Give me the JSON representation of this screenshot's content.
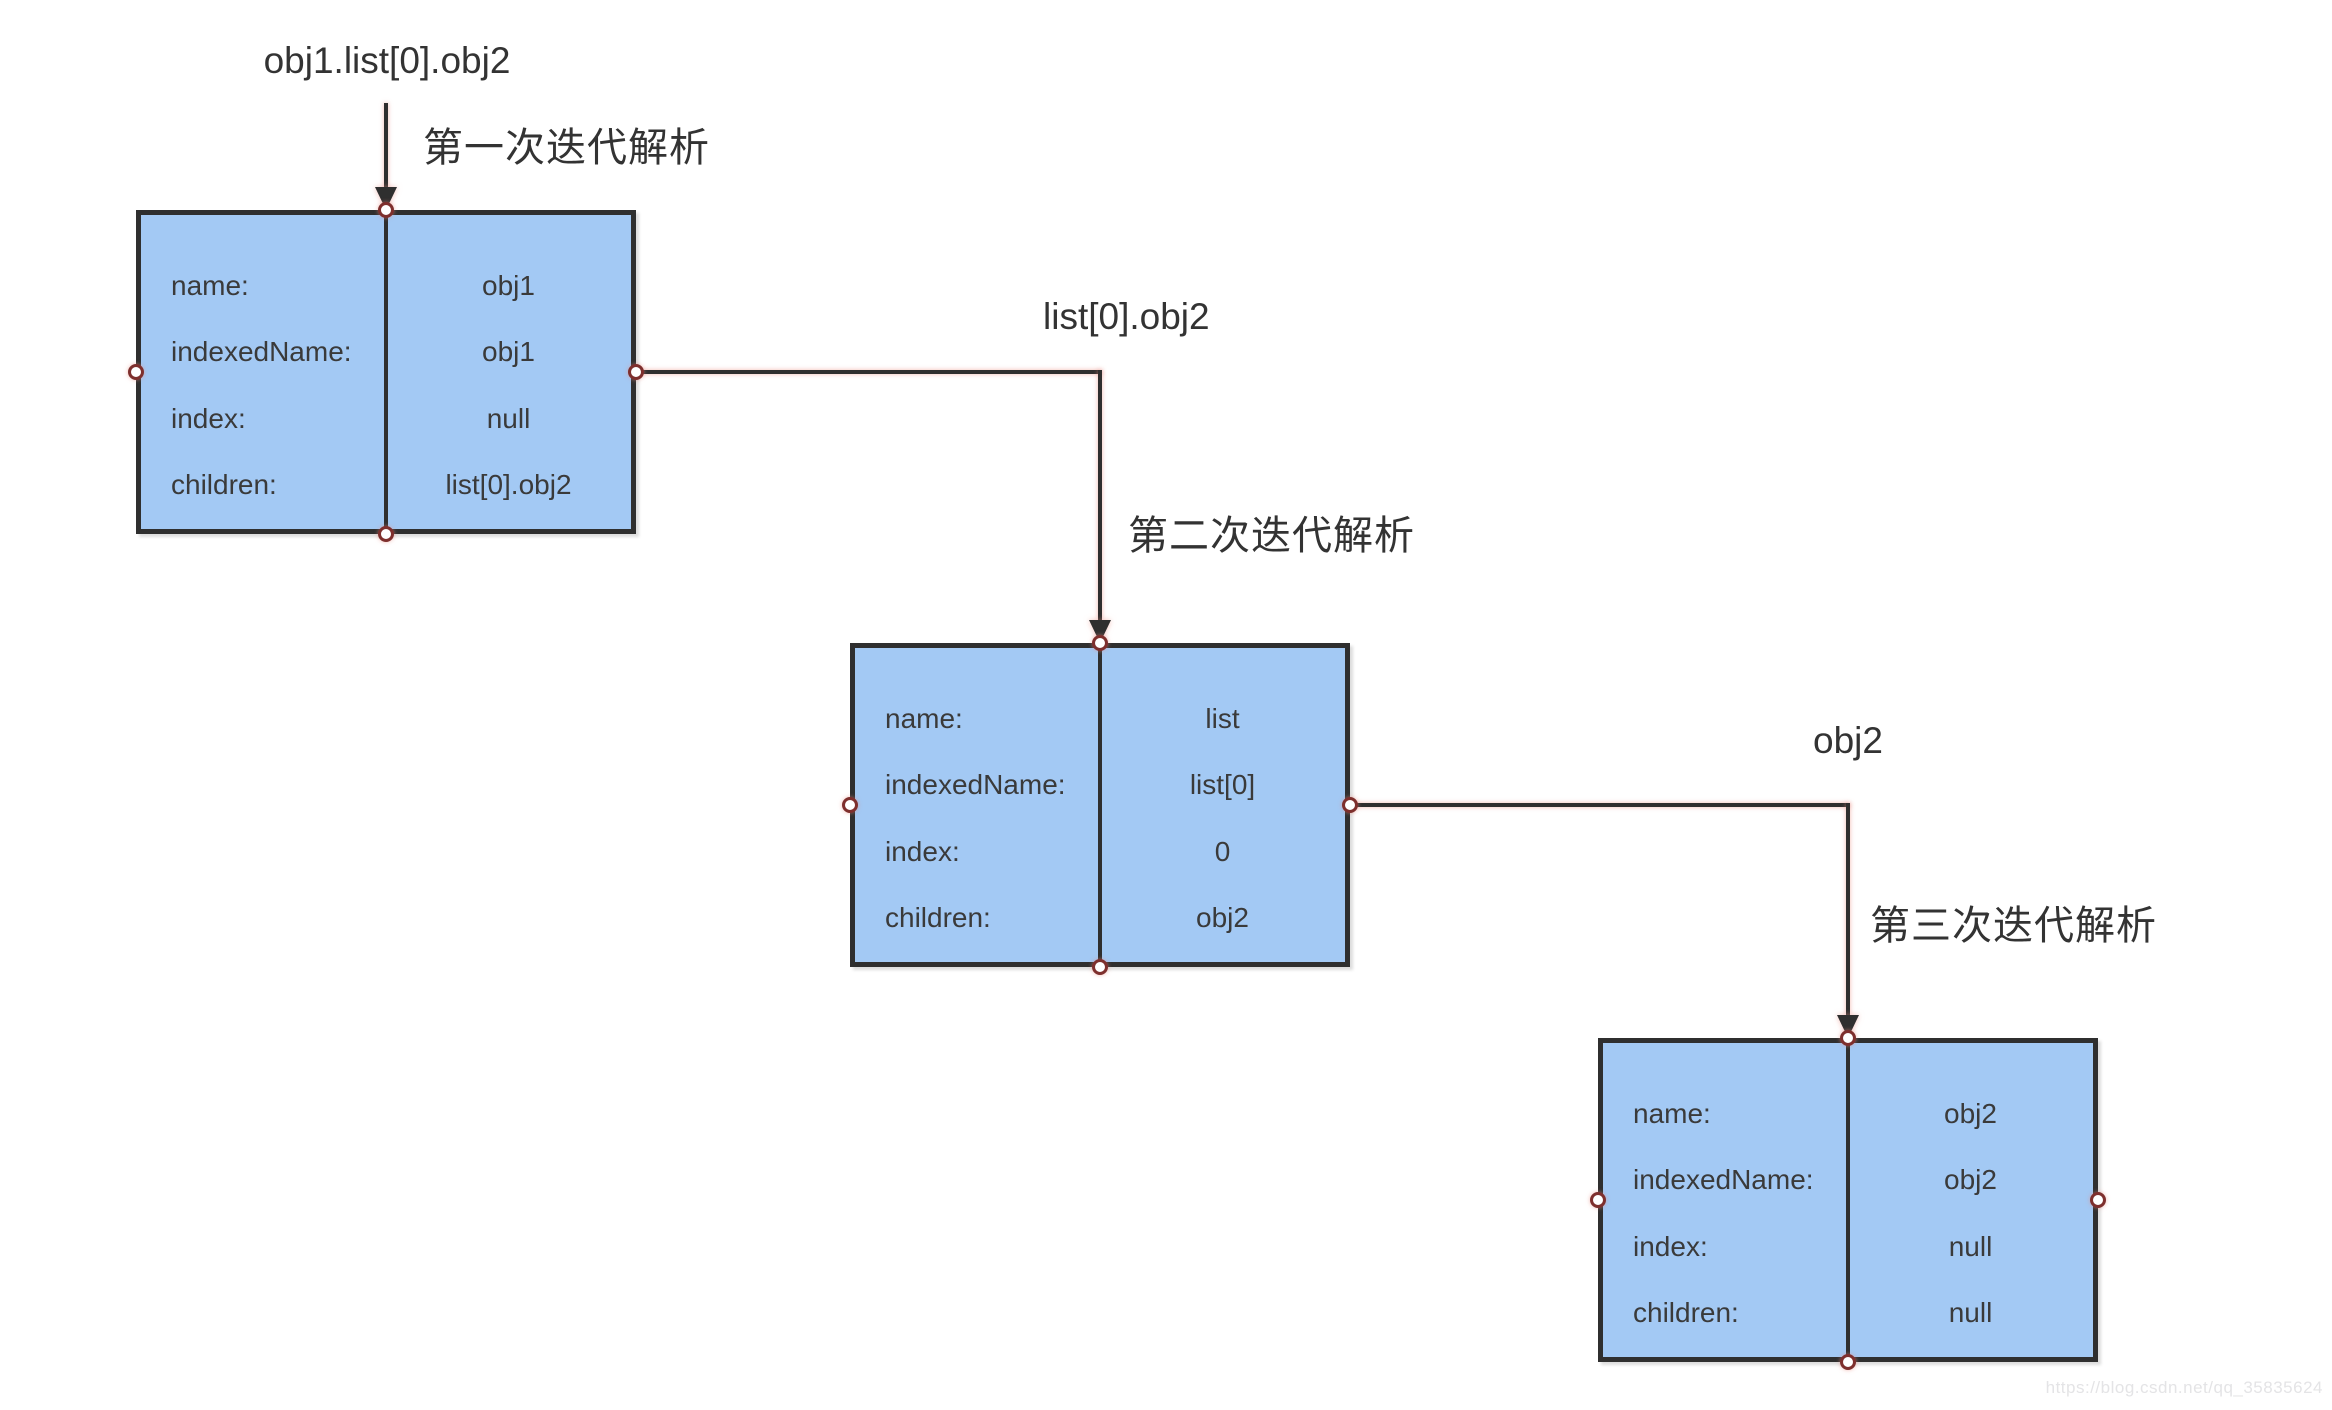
{
  "diagram": {
    "title": "obj1.list[0].obj2",
    "field_labels": [
      "name:",
      "indexedName:",
      "index:",
      "children:"
    ],
    "nodes": [
      {
        "id": "node-1",
        "values": [
          "obj1",
          "obj1",
          "null",
          "list[0].obj2"
        ]
      },
      {
        "id": "node-2",
        "values": [
          "list",
          "list[0]",
          "0",
          "obj2"
        ]
      },
      {
        "id": "node-3",
        "values": [
          "obj2",
          "obj2",
          "null",
          "null"
        ]
      }
    ],
    "edge_labels": {
      "step1": "第一次迭代解析",
      "step2": "第二次迭代解析",
      "step3": "第三次迭代解析",
      "remainder1": "list[0].obj2",
      "remainder2": "obj2"
    },
    "watermark": "https://blog.csdn.net/qq_35835624",
    "colors": {
      "node_fill": "#a3c9f4",
      "node_border": "#2f2f2f",
      "connector": "#2f2f2f",
      "dot_ring": "#7e2f2d",
      "text": "#3a3a3a",
      "watermark": "#e4e4e6"
    }
  }
}
